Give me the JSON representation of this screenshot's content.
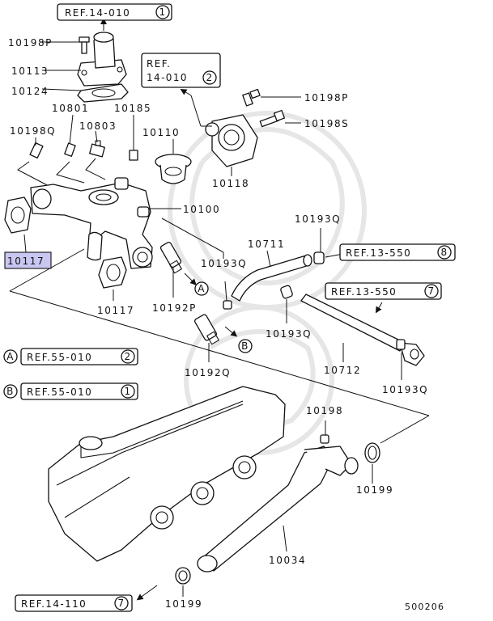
{
  "diagram": {
    "callouts": {
      "c10198p_top": "10198P",
      "c10113": "10113",
      "c10124": "10124",
      "c10801": "10801",
      "c10185": "10185",
      "c10198q": "10198Q",
      "c10803": "10803",
      "c10110": "10110",
      "c10198p_right": "10198P",
      "c10198s": "10198S",
      "c10118": "10118",
      "c10100": "10100",
      "c10117_hl": "10117",
      "c10117": "10117",
      "c10192p": "10192P",
      "c10193q_mid": "10193Q",
      "c10193q_top": "10193Q",
      "c10711": "10711",
      "c10193q_low": "10193Q",
      "c10712": "10712",
      "c10193q_right": "10193Q",
      "c10192q": "10192Q",
      "c10198": "10198",
      "c10199_right": "10199",
      "c10034": "10034",
      "c10199_bottom": "10199",
      "diagram_no": "500206"
    },
    "refs": {
      "ref_top": {
        "text": "REF.14-010",
        "num": "1"
      },
      "ref_upper": {
        "line1": "REF.",
        "line2": "14-010",
        "num": "2"
      },
      "ref_13_550_8": {
        "text": "REF.13-550",
        "num": "8"
      },
      "ref_13_550_7": {
        "text": "REF.13-550",
        "num": "7"
      },
      "ref_a": {
        "key": "A",
        "text": "REF.55-010",
        "num": "2"
      },
      "ref_b": {
        "key": "B",
        "text": "REF.55-010",
        "num": "1"
      },
      "ref_14_110": {
        "text": "REF.14-110",
        "num": "7"
      },
      "marker_a": "A",
      "marker_b": "B"
    }
  }
}
